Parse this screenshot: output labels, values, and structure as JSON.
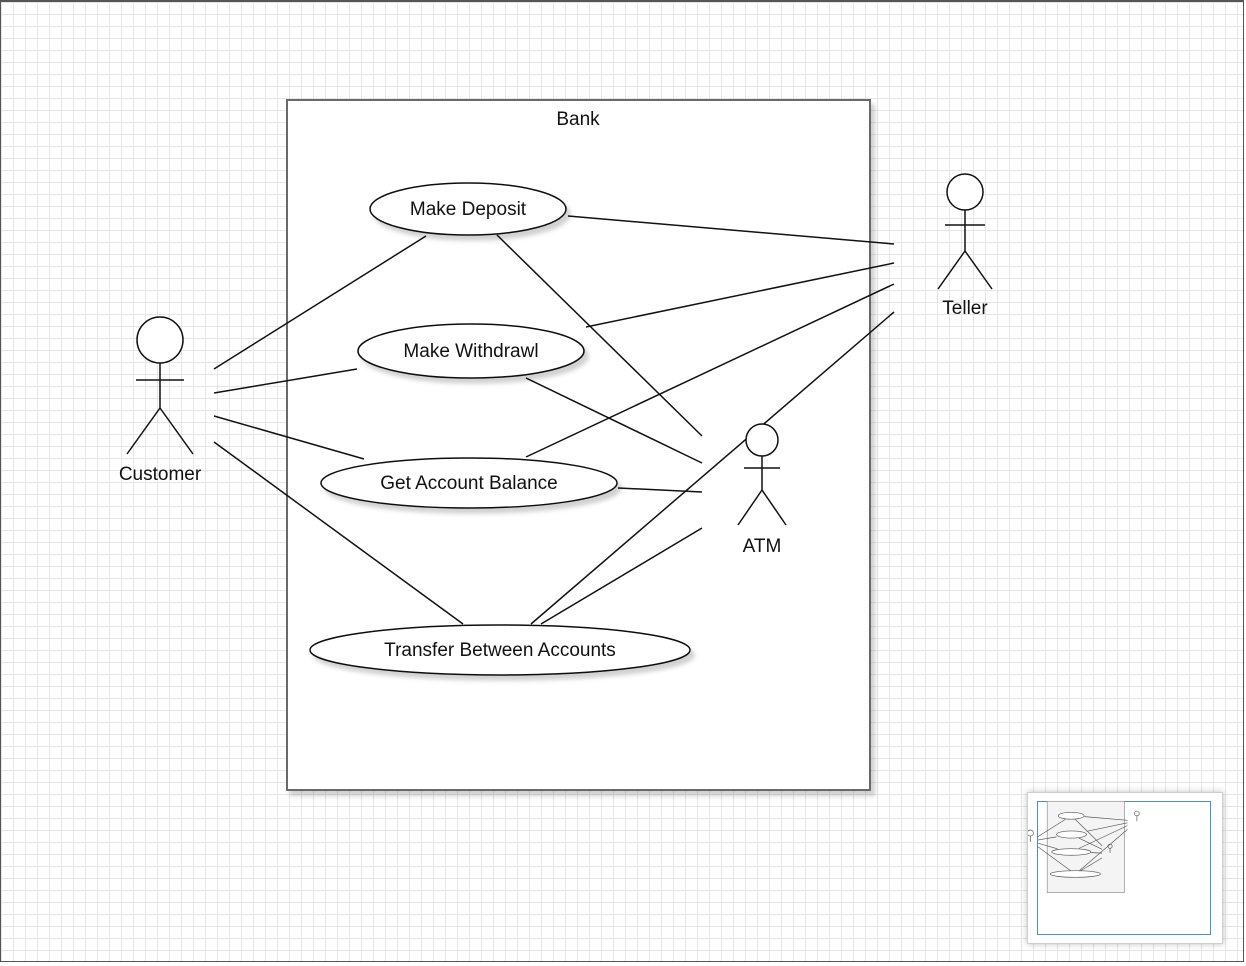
{
  "diagram": {
    "system_boundary": {
      "label": "Bank"
    },
    "actors": {
      "customer": "Customer",
      "teller": "Teller",
      "atm": "ATM"
    },
    "use_cases": {
      "make_deposit": "Make Deposit",
      "make_withdrawl": "Make Withdrawl",
      "get_account_balance": "Get Account Balance",
      "transfer_between_accounts": "Transfer Between Accounts"
    },
    "associations": [
      [
        "Customer",
        "Make Deposit"
      ],
      [
        "Customer",
        "Make Withdrawl"
      ],
      [
        "Customer",
        "Get Account Balance"
      ],
      [
        "Customer",
        "Transfer Between Accounts"
      ],
      [
        "Teller",
        "Make Deposit"
      ],
      [
        "Teller",
        "Make Withdrawl"
      ],
      [
        "Teller",
        "Get Account Balance"
      ],
      [
        "Teller",
        "Transfer Between Accounts"
      ],
      [
        "ATM",
        "Make Deposit"
      ],
      [
        "ATM",
        "Make Withdrawl"
      ],
      [
        "ATM",
        "Get Account Balance"
      ],
      [
        "ATM",
        "Transfer Between Accounts"
      ]
    ]
  },
  "colors": {
    "grid": "#e6e6e6",
    "stroke": "#111111",
    "boundary": "#6b6b6b",
    "minimap_viewport": "#4a90c8"
  }
}
